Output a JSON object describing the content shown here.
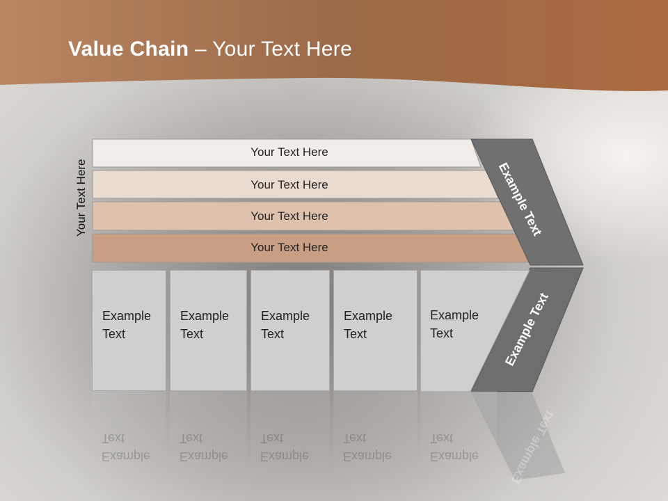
{
  "slide": {
    "title_bold": "Value Chain",
    "title_rest": " – Your Text Here",
    "side_label": "Your Text Here"
  },
  "bars": [
    {
      "label": "Your Text Here",
      "color": "#f2ede8"
    },
    {
      "label": "Your Text Here",
      "color": "#eadbd0"
    },
    {
      "label": "Your Text Here",
      "color": "#dfc2ae"
    },
    {
      "label": "Your Text Here",
      "color": "#c99f83"
    }
  ],
  "cells": [
    {
      "label": "Example\nText"
    },
    {
      "label": "Example\nText"
    },
    {
      "label": "Example\nText"
    },
    {
      "label": "Example\nText"
    },
    {
      "label": "Example\nText"
    }
  ],
  "chevron": {
    "top_label": "Example Text",
    "bottom_label": "Example Text",
    "color": "#6f6f6f"
  },
  "colors": {
    "header_brown": "#a56a43"
  }
}
